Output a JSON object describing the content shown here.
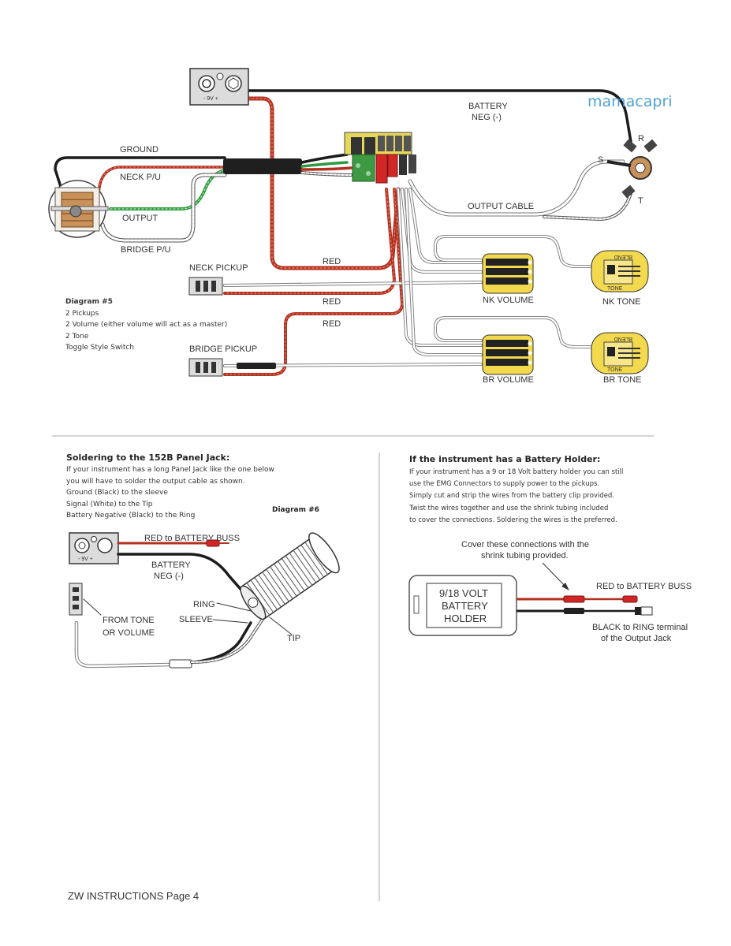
{
  "brand": "mamacapri",
  "diagram5": {
    "battery_symbol": "- 9V +",
    "labels": {
      "ground": "GROUND",
      "neck_pu": "NECK P/U",
      "output": "OUTPUT",
      "bridge_pu": "BRIDGE P/U",
      "battery_neg_line1": "BATTERY",
      "battery_neg_line2": "NEG (-)",
      "output_cable": "OUTPUT CABLE",
      "neck_pickup": "NECK PICKUP",
      "bridge_pickup": "BRIDGE PICKUP",
      "red_1": "RED",
      "red_2": "RED",
      "red_3": "RED",
      "jack_r": "R",
      "jack_s": "S",
      "jack_t": "T",
      "nk_volume": "NK VOLUME",
      "nk_tone": "NK TONE",
      "br_volume": "BR VOLUME",
      "br_tone": "BR TONE",
      "pot_top_text": "BLEND",
      "pot_bottom_text": "TONE"
    },
    "title": "Diagram #5",
    "notes": [
      "2 Pickups",
      "2 Volume (either volume will act as a master)",
      "2 Tone",
      "Toggle Style Switch"
    ]
  },
  "panel_jack": {
    "heading": "Soldering to the 152B Panel Jack:",
    "lines": [
      "If your instrument has a long Panel Jack like the one below",
      "you will have to solder the output cable as shown.",
      "Ground (Black) to the sleeve",
      "Signal (White) to the Tip",
      "Battery Negative (Black) to the Ring"
    ],
    "diagram_title": "Diagram #6",
    "labels": {
      "red_to_buss": "RED to BATTERY BUSS",
      "battery_neg_line1": "BATTERY",
      "battery_neg_line2": "NEG (-)",
      "ring": "RING",
      "sleeve": "SLEEVE",
      "tip": "TIP",
      "from_tone_line1": "FROM TONE",
      "from_tone_line2": "OR VOLUME",
      "battery_symbol": "- 9V +"
    }
  },
  "battery_holder": {
    "heading": "If the instrument has a Battery Holder:",
    "lines": [
      "If your instrument has a 9 or 18 Volt battery holder you can still",
      "use the EMG Connectors to supply power to the pickups.",
      "Simply cut and strip the wires from the battery clip provided.",
      "Twist the wires together and use the shrink tubing included",
      "to cover the connections. Soldering the wires is the preferred."
    ],
    "labels": {
      "cover_line1": "Cover these connections with the",
      "cover_line2": "shrink tubing provided.",
      "holder_line1": "9/18 VOLT",
      "holder_line2": "BATTERY",
      "holder_line3": "HOLDER",
      "red_to_buss": "RED to BATTERY BUSS",
      "black_line1": "BLACK to RING terminal",
      "black_line2": "of the Output Jack"
    }
  },
  "footer": "ZW INSTRUCTIONS Page 4",
  "colors": {
    "red_wire": "#b5311f",
    "black_wire": "#1c1c1c",
    "green_wire": "#2e9a3c",
    "pot_yellow": "#f2d94e",
    "grey_box": "#dcdcdc",
    "brand_blue": "#4ea3d8"
  }
}
